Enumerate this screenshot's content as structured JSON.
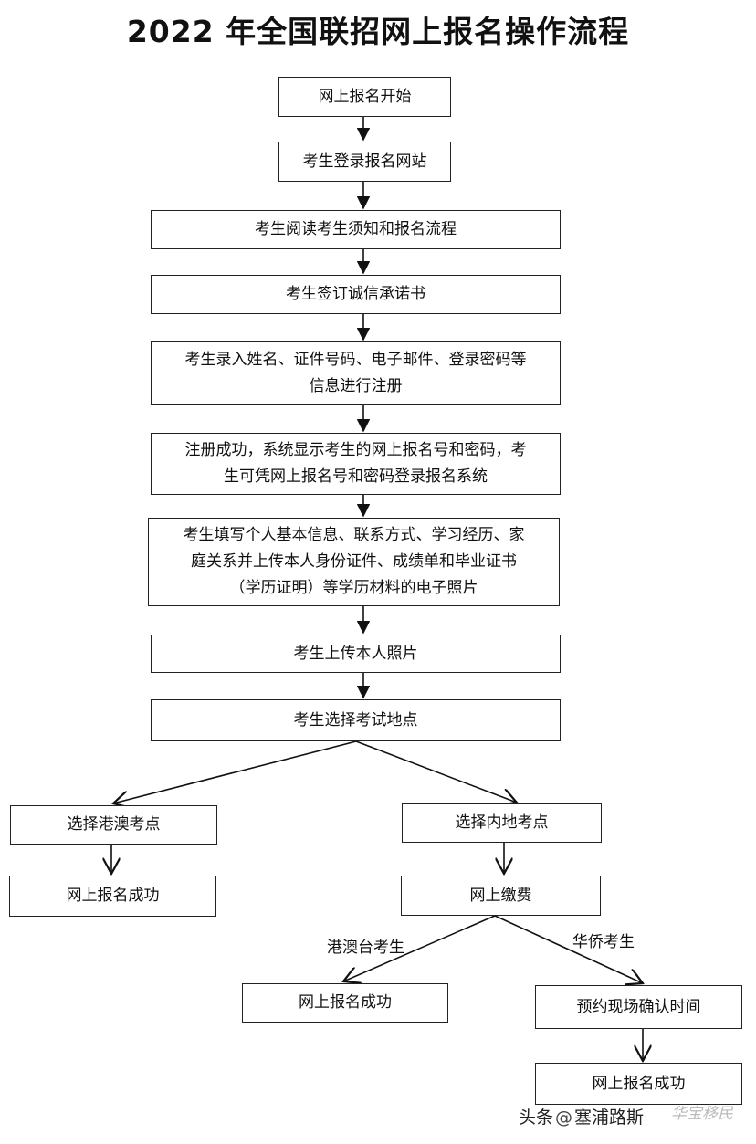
{
  "title": "2022 年全国联招网上报名操作流程",
  "steps": {
    "s1": "网上报名开始",
    "s2": "考生登录报名网站",
    "s3": "考生阅读考生须知和报名流程",
    "s4": "考生签订诚信承诺书",
    "s5": [
      "考生录入姓名、证件号码、电子邮件、登录密码等",
      "信息进行注册"
    ],
    "s6": [
      "注册成功，系统显示考生的网上报名号和密码，考",
      "生可凭网上报名号和密码登录报名系统"
    ],
    "s7": [
      "考生填写个人基本信息、联系方式、学习经历、家",
      "庭关系并上传本人身份证件、成绩单和毕业证书",
      "（学历证明）等学历材料的电子照片"
    ],
    "s8": "考生上传本人照片",
    "s9": "考生选择考试地点"
  },
  "branch_left": {
    "choose": "选择港澳考点",
    "success": "网上报名成功"
  },
  "branch_right": {
    "choose": "选择内地考点",
    "pay": "网上缴费",
    "label_a": "港澳台考生",
    "label_b": "华侨考生",
    "success_a": "网上报名成功",
    "confirm": "预约现场确认时间",
    "success_b": "网上报名成功"
  },
  "footer": {
    "source": "头条",
    "at": "@",
    "author": "塞浦路斯",
    "watermark": "华宝移民"
  }
}
